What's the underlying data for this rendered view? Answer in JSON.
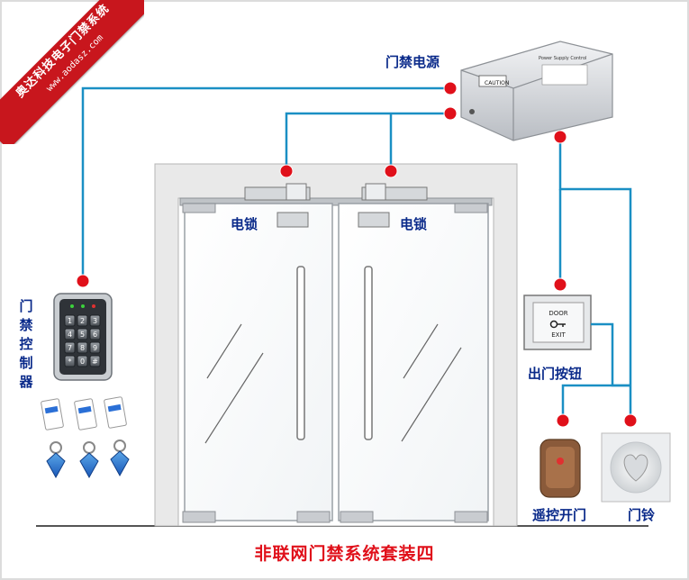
{
  "banner": {
    "company": "奥达科技电子门禁系统",
    "url": "www.aodasz.com"
  },
  "title": "非联网门禁系统套装四",
  "labels": {
    "power_supply": "门禁电源",
    "left_lock": "电锁",
    "right_lock": "电锁",
    "controller": "门禁控制器",
    "exit_button": "出门按钮",
    "remote": "遥控开门",
    "doorbell": "门铃"
  },
  "power_supply_box": {
    "caution": "CAUTION",
    "product": "Power Supply Control"
  },
  "exit_button_panel": {
    "top": "DOOR",
    "bottom": "EXIT"
  },
  "keypad": {
    "keys": [
      "1",
      "2",
      "3",
      "4",
      "5",
      "6",
      "7",
      "8",
      "9",
      "*",
      "0",
      "#"
    ]
  },
  "colors": {
    "wire": "#1a8fc4",
    "node": "#e0101a",
    "label": "#0a2a8a",
    "title": "#e0101a",
    "banner": "#c8161d"
  }
}
